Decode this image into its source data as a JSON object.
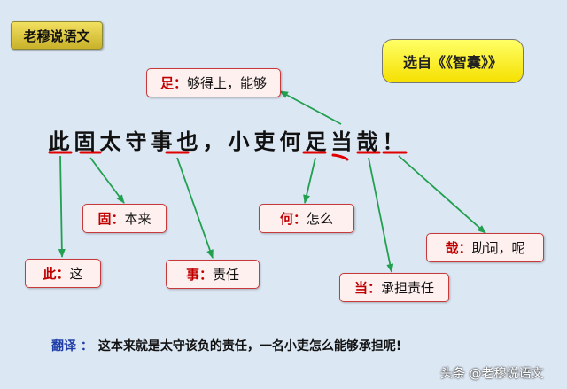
{
  "badge": "老穆说语文",
  "source": "选自《《智囊》》",
  "sentence": [
    "此",
    "固",
    "太",
    "守",
    "事",
    "也",
    "，",
    "小",
    "吏",
    "何",
    "足",
    "当",
    "哉",
    "！"
  ],
  "glosses": {
    "zu": {
      "head": "足",
      "sep": "：",
      "text": "够得上，能够"
    },
    "gu": {
      "head": "固",
      "sep": "：",
      "text": "本来"
    },
    "he": {
      "head": "何",
      "sep": "：",
      "text": "怎么"
    },
    "zai": {
      "head": "哉",
      "sep": "：",
      "text": "助词，呢"
    },
    "ci": {
      "head": "此",
      "sep": "：",
      "text": "这"
    },
    "shi": {
      "head": "事",
      "sep": "：",
      "text": "责任"
    },
    "dang": {
      "head": "当",
      "sep": "：",
      "text": "承担责任"
    }
  },
  "translation": {
    "label": "翻译 ：",
    "text": "这本来就是太守该负的责任，一名小吏怎么能够承担呢!"
  },
  "watermark": "头条 @老穆说语文",
  "colors": {
    "arrow": "#22a050",
    "underline": "#e00000",
    "gloss_border": "#c83a3a",
    "gloss_head": "#c00000",
    "translation_label": "#1f3ea8"
  }
}
